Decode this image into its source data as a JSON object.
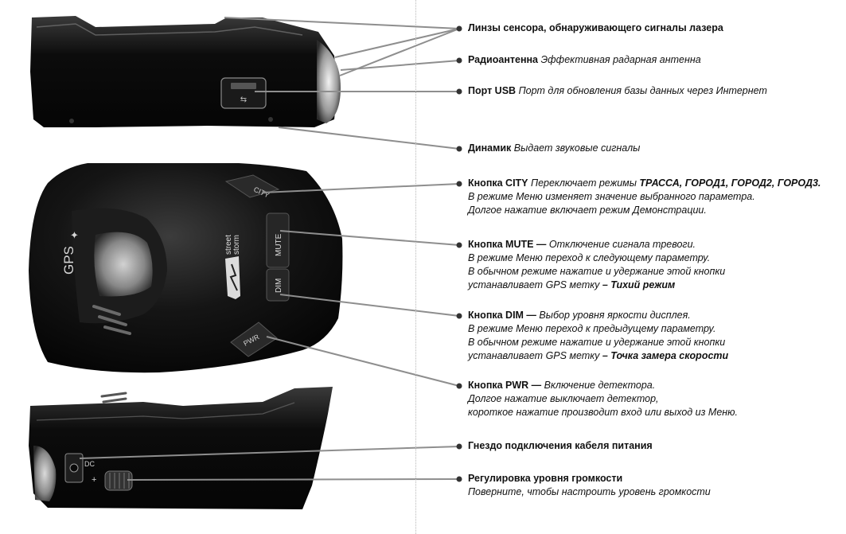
{
  "device_labels": {
    "city": "CITY",
    "mute": "MUTE",
    "dim": "DIM",
    "pwr": "PWR",
    "gps": "GPS",
    "brand_top": "street",
    "brand_bottom": "storm",
    "dc": "DC",
    "plus": "+"
  },
  "annotations": [
    {
      "title": "Линзы сенсора, обнаруживающего сигналы лазера"
    },
    {
      "title": "Радиоантенна",
      "desc": "Эффективная радарная антенна"
    },
    {
      "title": "Порт USB",
      "desc": "Порт для обновления базы данных через Интернет"
    },
    {
      "title": "Динамик",
      "desc": "Выдает звуковые сигналы"
    },
    {
      "title": "Кнопка CITY",
      "desc": "Переключает режимы",
      "modes": "ТРАССА, ГОРОД1, ГОРОД2, ГОРОД3.",
      "lines": [
        "В режиме Меню изменяет значение выбранного параметра.",
        "Долгое нажатие включает режим Демонстрации."
      ]
    },
    {
      "title": "Кнопка MUTE —",
      "desc": "Отключение сигнала тревоги.",
      "lines": [
        "В режиме Меню переход к следующему параметру.",
        "В обычном режиме нажатие и удержание этой кнопки"
      ],
      "last_prefix": "устанавливает  GPS метку",
      "last_bold": "– Тихий режим"
    },
    {
      "title": "Кнопка DIM —",
      "desc": "Выбор уровня яркости дисплея.",
      "lines": [
        "В режиме Меню переход к предыдущему параметру.",
        "В обычном режиме нажатие и удержание этой кнопки"
      ],
      "last_prefix": "устанавливает  GPS метку",
      "last_bold": "– Точка замера скорости"
    },
    {
      "title": "Кнопка PWR —",
      "desc": "Включение детектора.",
      "lines": [
        "Долгое нажатие выключает детектор,",
        "короткое  нажатие производит вход или выход из Меню."
      ]
    },
    {
      "title": "Гнездо подключения кабеля питания"
    },
    {
      "title": "Регулировка уровня громкости",
      "lines": [
        "Поверните, чтобы настроить уровень громкости"
      ]
    }
  ]
}
